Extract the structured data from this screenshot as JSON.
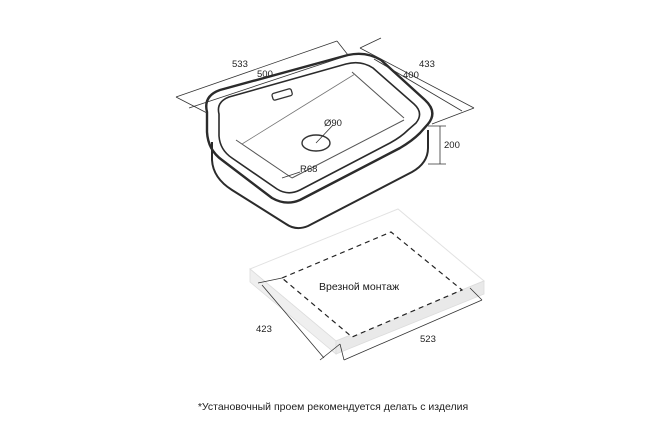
{
  "sink": {
    "outer_length": "533",
    "inner_length": "500",
    "outer_width": "433",
    "inner_width": "400",
    "depth": "200",
    "drain": "Ø90",
    "corner_radius": "R68"
  },
  "cutout": {
    "label": "Врезной монтаж",
    "width": "423",
    "length": "523"
  },
  "footnote": "*Установочный проем рекомендуется делать с изделия"
}
